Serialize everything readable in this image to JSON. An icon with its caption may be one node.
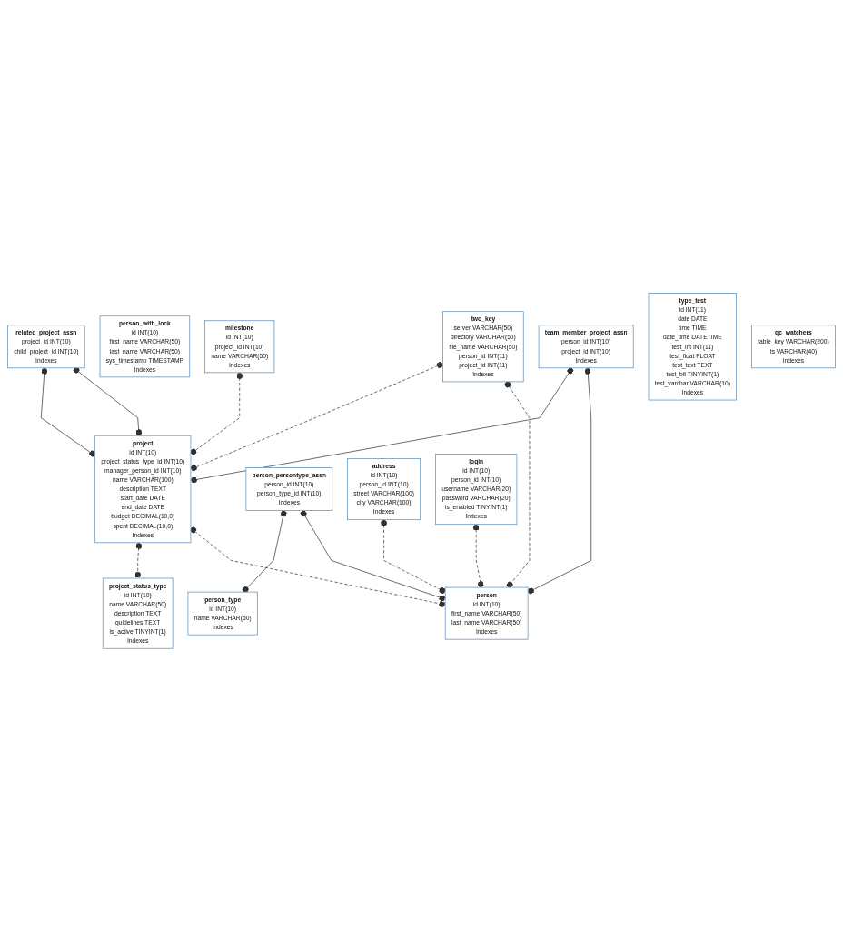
{
  "diagram": {
    "nodes": [
      {
        "text": [
          "project",
          "id INT(10)",
          "project_status_type_id INT(10)",
          "manager_person_id INT(10)",
          "name VARCHAR(100)",
          "description TEXT",
          "start_date DATE",
          "end_date DATE",
          "budget DECIMAL(10,0)",
          "spent DECIMAL(10,0)",
          "Indexes"
        ]
      },
      {
        "text": [
          "project_status_type",
          "id INT(10)",
          "name VARCHAR(50)",
          "description TEXT",
          "guidelines TEXT",
          "is_active TINYINT(1)",
          "Indexes"
        ]
      },
      {
        "text": [
          "related_project_assn",
          "project_id INT(10)",
          "child_project_id INT(10)",
          "Indexes"
        ]
      },
      {
        "text": [
          "person_with_lock",
          "id INT(10)",
          "first_name VARCHAR(50)",
          "last_name VARCHAR(50)",
          "sys_timestamp TIMESTAMP",
          "Indexes"
        ]
      },
      {
        "text": [
          "milestone",
          "id INT(10)",
          "project_id INT(10)",
          "name VARCHAR(50)",
          "Indexes"
        ]
      },
      {
        "text": [
          "two_key",
          "server VARCHAR(50)",
          "directory VARCHAR(50)",
          "file_name VARCHAR(50)",
          "person_id INT(11)",
          "project_id INT(11)",
          "Indexes"
        ]
      },
      {
        "text": [
          "team_member_project_assn",
          "person_id INT(10)",
          "project_id INT(10)",
          "Indexes"
        ]
      },
      {
        "text": [
          "type_test",
          "id INT(11)",
          "date DATE",
          "time TIME",
          "date_time DATETIME",
          "test_int INT(11)",
          "test_float FLOAT",
          "test_text TEXT",
          "test_bit TINYINT(1)",
          "test_varchar VARCHAR(10)",
          "Indexes"
        ]
      },
      {
        "text": [
          "person_type",
          "id INT(10)",
          "name VARCHAR(50)",
          "Indexes"
        ]
      },
      {
        "text": [
          "person",
          "id INT(10)",
          "first_name VARCHAR(50)",
          "last_name VARCHAR(50)",
          "Indexes"
        ]
      },
      {
        "text": [
          "person_persontype_assn",
          "person_id INT(10)",
          "person_type_id INT(10)",
          "Indexes"
        ]
      },
      {
        "text": [
          "qc_watchers",
          "table_key VARCHAR(200)",
          "ts VARCHAR(40)",
          "Indexes"
        ]
      },
      {
        "text": [
          "address",
          "id INT(10)",
          "person_id INT(10)",
          "street VARCHAR(100)",
          "city VARCHAR(100)",
          "Indexes"
        ]
      },
      {
        "text": [
          "login",
          "id INT(10)",
          "person_id INT(10)",
          "username VARCHAR(20)",
          "password VARCHAR(20)",
          "is_enabled TINYINT(1)",
          "Indexes"
        ]
      }
    ],
    "edges": [
      {
        "from": 2,
        "to": 0,
        "arrow": "other"
      },
      {
        "from": 2,
        "to": 0,
        "arrow": "other"
      },
      {
        "from": 0,
        "to": 1,
        "arrow": "other",
        "style": "dashed"
      },
      {
        "from": 4,
        "to": 0,
        "arrow": "other",
        "style": "dashed"
      },
      {
        "from": 5,
        "to": 0,
        "arrow": "other",
        "style": "dashed"
      },
      {
        "from": 6,
        "to": 0,
        "arrow": "other"
      },
      {
        "from": 0,
        "to": 9,
        "arrow": "other",
        "style": "dashed"
      },
      {
        "from": 5,
        "to": 9,
        "arrow": "other",
        "style": "dashed"
      },
      {
        "from": 6,
        "to": 9,
        "arrow": "other"
      },
      {
        "from": 10,
        "to": 8,
        "arrow": "other"
      },
      {
        "from": 10,
        "to": 9,
        "arrow": "other"
      },
      {
        "from": 12,
        "to": 9,
        "arrow": "other",
        "style": "dashed"
      },
      {
        "from": 13,
        "to": 9,
        "arrow": "other",
        "style": "dashed"
      }
    ]
  }
}
